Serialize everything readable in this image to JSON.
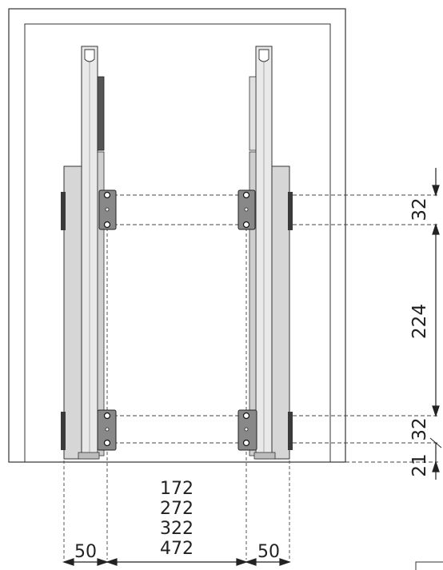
{
  "diagram": {
    "vertical_dims": {
      "top_spacing": "32",
      "middle_spacing": "224",
      "bottom_spacing": "32",
      "base_offset": "21"
    },
    "width_options": [
      "172",
      "272",
      "322",
      "472"
    ],
    "side_margin_left": "50",
    "side_margin_right": "50"
  }
}
